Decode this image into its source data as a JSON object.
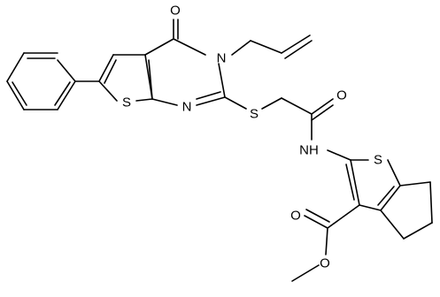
{
  "atoms": {
    "O_ketone": "O",
    "N3": "N",
    "S_thioph1": "S",
    "N_ring": "N",
    "S_link": "S",
    "O_amide": "O",
    "NH": "NH",
    "S_thioph2": "S",
    "O_ester_carbonyl": "O",
    "O_ester_ether": "O"
  }
}
